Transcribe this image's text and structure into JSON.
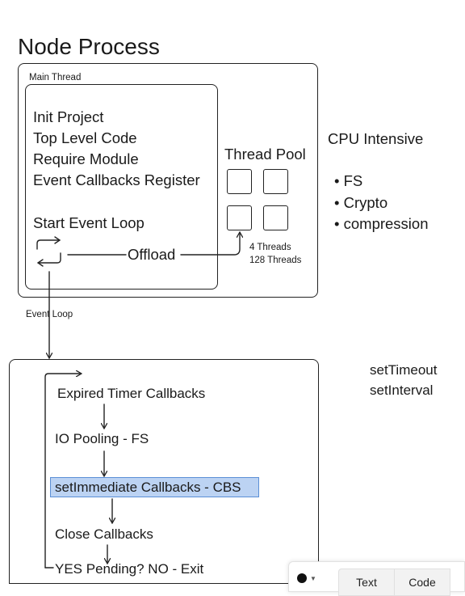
{
  "title": "Node Process",
  "main_thread_label": "Main Thread",
  "main_steps": [
    "Init Project",
    "Top Level Code",
    "Require Module",
    "Event Callbacks Register"
  ],
  "start_event_loop": "Start Event Loop",
  "offload_label": "Offload",
  "thread_pool": {
    "title": "Thread Pool",
    "threads_default": "4 Threads",
    "threads_max": "128 Threads"
  },
  "cpu_intensive": {
    "title": "CPU Intensive",
    "items": [
      "• FS",
      "• Crypto",
      "• compression"
    ]
  },
  "event_loop_label": "Event Loop",
  "phases": [
    "Expired Timer Callbacks",
    "IO Pooling - FS",
    "setImmediate Callbacks - CBS",
    "Close Callbacks",
    "YES Pending? NO - Exit"
  ],
  "timer_functions": [
    "setTimeout",
    "setInterval"
  ],
  "toolbar": {
    "text_label": "Text",
    "code_label": "Code",
    "color_icon": "color-dot-icon"
  },
  "colors": {
    "highlight_fill": "#bcd3f3",
    "highlight_border": "#5b8fd6"
  }
}
